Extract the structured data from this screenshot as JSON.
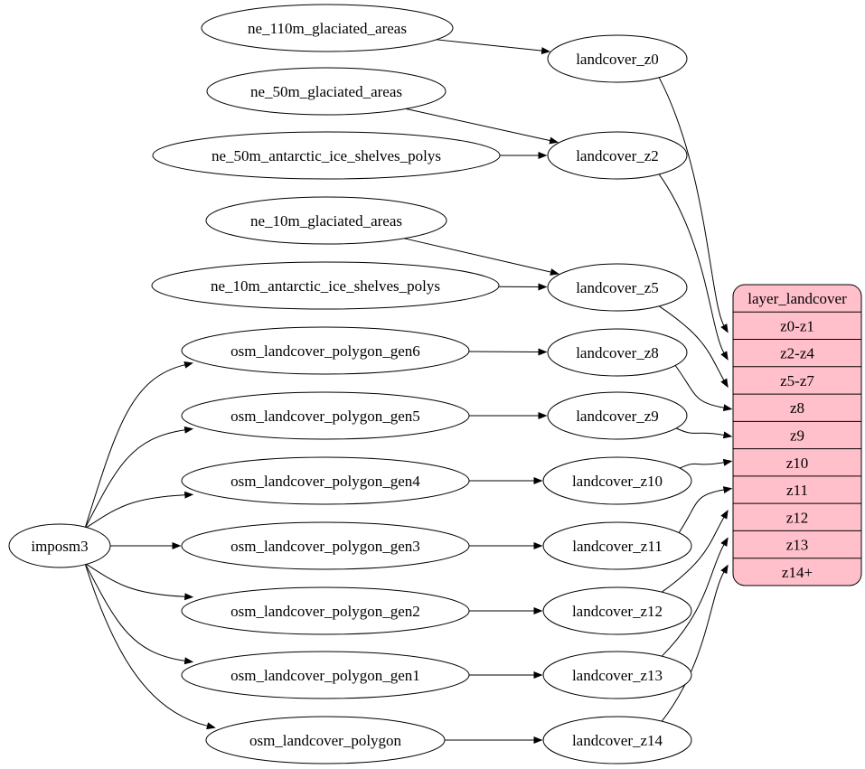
{
  "diagram": {
    "kind": "digraph",
    "colors": {
      "background": "#ffffff",
      "node_fill": "#ffffff",
      "node_stroke": "#000000",
      "edge_color": "#000000",
      "table_fill": "#ffc0cb"
    },
    "nodes": [
      {
        "id": "imposm3",
        "label": "imposm3"
      },
      {
        "id": "ne_110m_glaciated_areas",
        "label": "ne_110m_glaciated_areas"
      },
      {
        "id": "ne_50m_glaciated_areas",
        "label": "ne_50m_glaciated_areas"
      },
      {
        "id": "ne_50m_antarctic_ice_shelves_polys",
        "label": "ne_50m_antarctic_ice_shelves_polys"
      },
      {
        "id": "ne_10m_glaciated_areas",
        "label": "ne_10m_glaciated_areas"
      },
      {
        "id": "ne_10m_antarctic_ice_shelves_polys",
        "label": "ne_10m_antarctic_ice_shelves_polys"
      },
      {
        "id": "osm_landcover_polygon_gen6",
        "label": "osm_landcover_polygon_gen6"
      },
      {
        "id": "osm_landcover_polygon_gen5",
        "label": "osm_landcover_polygon_gen5"
      },
      {
        "id": "osm_landcover_polygon_gen4",
        "label": "osm_landcover_polygon_gen4"
      },
      {
        "id": "osm_landcover_polygon_gen3",
        "label": "osm_landcover_polygon_gen3"
      },
      {
        "id": "osm_landcover_polygon_gen2",
        "label": "osm_landcover_polygon_gen2"
      },
      {
        "id": "osm_landcover_polygon_gen1",
        "label": "osm_landcover_polygon_gen1"
      },
      {
        "id": "osm_landcover_polygon",
        "label": "osm_landcover_polygon"
      },
      {
        "id": "landcover_z0",
        "label": "landcover_z0"
      },
      {
        "id": "landcover_z2",
        "label": "landcover_z2"
      },
      {
        "id": "landcover_z5",
        "label": "landcover_z5"
      },
      {
        "id": "landcover_z8",
        "label": "landcover_z8"
      },
      {
        "id": "landcover_z9",
        "label": "landcover_z9"
      },
      {
        "id": "landcover_z10",
        "label": "landcover_z10"
      },
      {
        "id": "landcover_z11",
        "label": "landcover_z11"
      },
      {
        "id": "landcover_z12",
        "label": "landcover_z12"
      },
      {
        "id": "landcover_z13",
        "label": "landcover_z13"
      },
      {
        "id": "landcover_z14",
        "label": "landcover_z14"
      }
    ],
    "table": {
      "id": "layer_landcover",
      "title": "layer_landcover",
      "rows": [
        "z0-z1",
        "z2-z4",
        "z5-z7",
        "z8",
        "z9",
        "z10",
        "z11",
        "z12",
        "z13",
        "z14+"
      ]
    },
    "edges": [
      {
        "from": "imposm3",
        "to": "osm_landcover_polygon_gen6"
      },
      {
        "from": "imposm3",
        "to": "osm_landcover_polygon_gen5"
      },
      {
        "from": "imposm3",
        "to": "osm_landcover_polygon_gen4"
      },
      {
        "from": "imposm3",
        "to": "osm_landcover_polygon_gen3"
      },
      {
        "from": "imposm3",
        "to": "osm_landcover_polygon_gen2"
      },
      {
        "from": "imposm3",
        "to": "osm_landcover_polygon_gen1"
      },
      {
        "from": "imposm3",
        "to": "osm_landcover_polygon"
      },
      {
        "from": "ne_110m_glaciated_areas",
        "to": "landcover_z0"
      },
      {
        "from": "ne_50m_glaciated_areas",
        "to": "landcover_z2"
      },
      {
        "from": "ne_50m_antarctic_ice_shelves_polys",
        "to": "landcover_z2"
      },
      {
        "from": "ne_10m_glaciated_areas",
        "to": "landcover_z5"
      },
      {
        "from": "ne_10m_antarctic_ice_shelves_polys",
        "to": "landcover_z5"
      },
      {
        "from": "osm_landcover_polygon_gen6",
        "to": "landcover_z8"
      },
      {
        "from": "osm_landcover_polygon_gen5",
        "to": "landcover_z9"
      },
      {
        "from": "osm_landcover_polygon_gen4",
        "to": "landcover_z10"
      },
      {
        "from": "osm_landcover_polygon_gen3",
        "to": "landcover_z11"
      },
      {
        "from": "osm_landcover_polygon_gen2",
        "to": "landcover_z12"
      },
      {
        "from": "osm_landcover_polygon_gen1",
        "to": "landcover_z13"
      },
      {
        "from": "osm_landcover_polygon",
        "to": "landcover_z14"
      },
      {
        "from": "landcover_z0",
        "to": "row:z0-z1"
      },
      {
        "from": "landcover_z2",
        "to": "row:z2-z4"
      },
      {
        "from": "landcover_z5",
        "to": "row:z5-z7"
      },
      {
        "from": "landcover_z8",
        "to": "row:z8"
      },
      {
        "from": "landcover_z9",
        "to": "row:z9"
      },
      {
        "from": "landcover_z10",
        "to": "row:z10"
      },
      {
        "from": "landcover_z11",
        "to": "row:z11"
      },
      {
        "from": "landcover_z12",
        "to": "row:z12"
      },
      {
        "from": "landcover_z13",
        "to": "row:z13"
      },
      {
        "from": "landcover_z14",
        "to": "row:z14+"
      }
    ]
  }
}
